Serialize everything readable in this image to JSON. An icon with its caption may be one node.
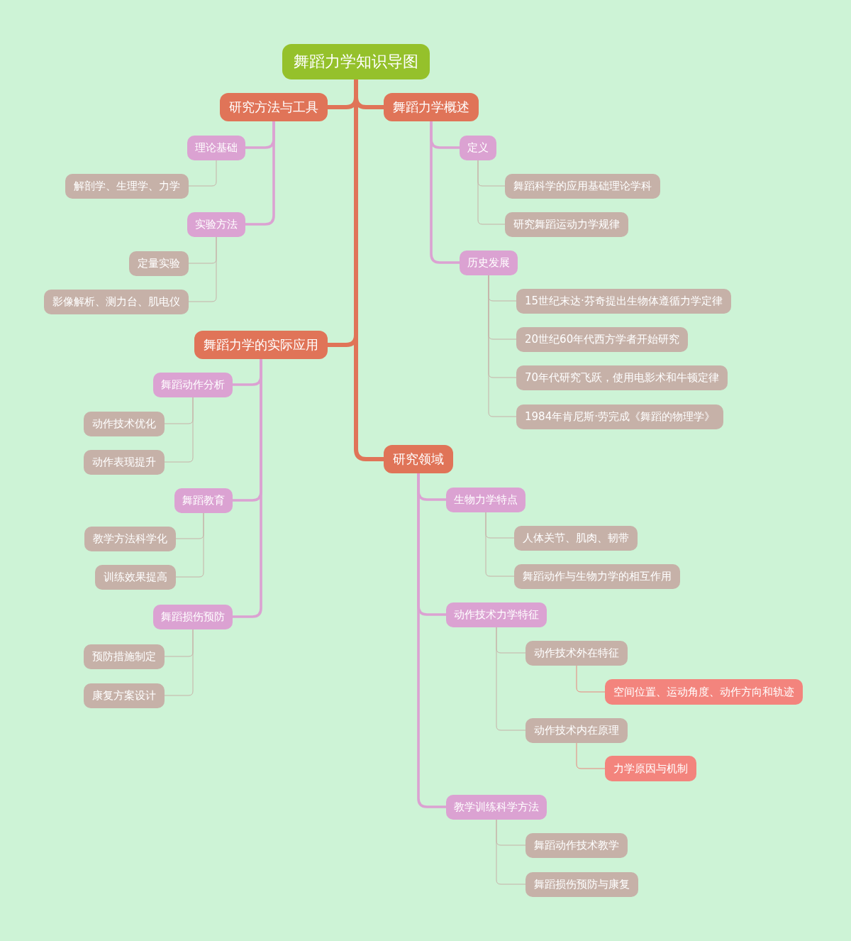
{
  "diagram": {
    "nodes": [
      {
        "text": [
          "舞蹈力学知识导图"
        ]
      },
      {
        "text": [
          "研究方法与工具"
        ]
      },
      {
        "text": [
          "理论基础"
        ]
      },
      {
        "text": [
          "解剖学、生理学、力学"
        ]
      },
      {
        "text": [
          "实验方法"
        ]
      },
      {
        "text": [
          "定量实验"
        ]
      },
      {
        "text": [
          "影像解析、测力台、肌电仪"
        ]
      },
      {
        "text": [
          "舞蹈力学的实际应用"
        ]
      },
      {
        "text": [
          "舞蹈动作分析"
        ]
      },
      {
        "text": [
          "动作技术优化"
        ]
      },
      {
        "text": [
          "动作表现提升"
        ]
      },
      {
        "text": [
          "舞蹈教育"
        ]
      },
      {
        "text": [
          "教学方法科学化"
        ]
      },
      {
        "text": [
          "训练效果提高"
        ]
      },
      {
        "text": [
          "舞蹈损伤预防"
        ]
      },
      {
        "text": [
          "预防措施制定"
        ]
      },
      {
        "text": [
          "康复方案设计"
        ]
      },
      {
        "text": [
          "舞蹈力学概述"
        ]
      },
      {
        "text": [
          "定义"
        ]
      },
      {
        "text": [
          "舞蹈科学的应用基础理论学科"
        ]
      },
      {
        "text": [
          "研究舞蹈运动力学规律"
        ]
      },
      {
        "text": [
          "历史发展"
        ]
      },
      {
        "text": [
          "15世纪末达·芬奇提出生物体遵循力学定律"
        ]
      },
      {
        "text": [
          "20世纪60年代西方学者开始研究"
        ]
      },
      {
        "text": [
          "70年代研究飞跃，使用电影术和牛顿定律"
        ]
      },
      {
        "text": [
          "1984年肯尼斯·劳完成《舞蹈的物理学》"
        ]
      },
      {
        "text": [
          "研究领域"
        ]
      },
      {
        "text": [
          "生物力学特点"
        ]
      },
      {
        "text": [
          "人体关节、肌肉、韧带"
        ]
      },
      {
        "text": [
          "舞蹈动作与生物力学的相互作用"
        ]
      },
      {
        "text": [
          "动作技术力学特征"
        ]
      },
      {
        "text": [
          "动作技术外在特征"
        ]
      },
      {
        "text": [
          "空间位置、运动角度、动作方向和轨迹"
        ]
      },
      {
        "text": [
          "动作技术内在原理"
        ]
      },
      {
        "text": [
          "力学原因与机制"
        ]
      },
      {
        "text": [
          "教学训练科学方法"
        ]
      },
      {
        "text": [
          "舞蹈动作技术教学"
        ]
      },
      {
        "text": [
          "舞蹈损伤预防与康复"
        ]
      }
    ],
    "edges": [
      {
        "from": 0,
        "to": 1,
        "arrow": "none",
        "style": "thick",
        "color": "#e07458"
      },
      {
        "from": 0,
        "to": 17,
        "arrow": "none",
        "style": "thick",
        "color": "#e07458"
      },
      {
        "from": 0,
        "to": 7,
        "arrow": "none",
        "style": "thick",
        "color": "#e07458"
      },
      {
        "from": 0,
        "to": 26,
        "arrow": "none",
        "style": "thick",
        "color": "#e07458"
      },
      {
        "from": 1,
        "to": 2,
        "arrow": "none",
        "style": "thick",
        "color": "#dba2d2"
      },
      {
        "from": 2,
        "to": 3,
        "arrow": "none"
      },
      {
        "from": 1,
        "to": 4,
        "arrow": "none",
        "style": "thick",
        "color": "#dba2d2"
      },
      {
        "from": 4,
        "to": 5,
        "arrow": "none"
      },
      {
        "from": 4,
        "to": 6,
        "arrow": "none"
      },
      {
        "from": 7,
        "to": 8,
        "arrow": "none",
        "style": "thick",
        "color": "#dba2d2"
      },
      {
        "from": 8,
        "to": 9,
        "arrow": "none"
      },
      {
        "from": 8,
        "to": 10,
        "arrow": "none"
      },
      {
        "from": 7,
        "to": 11,
        "arrow": "none",
        "style": "thick",
        "color": "#dba2d2"
      },
      {
        "from": 11,
        "to": 12,
        "arrow": "none"
      },
      {
        "from": 11,
        "to": 13,
        "arrow": "none"
      },
      {
        "from": 7,
        "to": 14,
        "arrow": "none",
        "style": "thick",
        "color": "#dba2d2"
      },
      {
        "from": 14,
        "to": 15,
        "arrow": "none"
      },
      {
        "from": 14,
        "to": 16,
        "arrow": "none"
      },
      {
        "from": 17,
        "to": 18,
        "arrow": "none",
        "style": "thick",
        "color": "#dba2d2"
      },
      {
        "from": 18,
        "to": 19,
        "arrow": "none"
      },
      {
        "from": 18,
        "to": 20,
        "arrow": "none"
      },
      {
        "from": 17,
        "to": 21,
        "arrow": "none",
        "style": "thick",
        "color": "#dba2d2"
      },
      {
        "from": 21,
        "to": 22,
        "arrow": "none"
      },
      {
        "from": 21,
        "to": 23,
        "arrow": "none"
      },
      {
        "from": 21,
        "to": 24,
        "arrow": "none"
      },
      {
        "from": 21,
        "to": 25,
        "arrow": "none"
      },
      {
        "from": 26,
        "to": 27,
        "arrow": "none",
        "style": "thick",
        "color": "#dba2d2"
      },
      {
        "from": 27,
        "to": 28,
        "arrow": "none"
      },
      {
        "from": 27,
        "to": 29,
        "arrow": "none"
      },
      {
        "from": 26,
        "to": 30,
        "arrow": "none",
        "style": "thick",
        "color": "#dba2d2"
      },
      {
        "from": 30,
        "to": 31,
        "arrow": "none"
      },
      {
        "from": 31,
        "to": 32,
        "arrow": "none",
        "color": "#e9857c"
      },
      {
        "from": 30,
        "to": 33,
        "arrow": "none"
      },
      {
        "from": 33,
        "to": 34,
        "arrow": "none",
        "color": "#e9857c"
      },
      {
        "from": 26,
        "to": 35,
        "arrow": "none",
        "style": "thick",
        "color": "#dba2d2"
      },
      {
        "from": 35,
        "to": 36,
        "arrow": "none"
      },
      {
        "from": 35,
        "to": 37,
        "arrow": "none"
      }
    ]
  }
}
